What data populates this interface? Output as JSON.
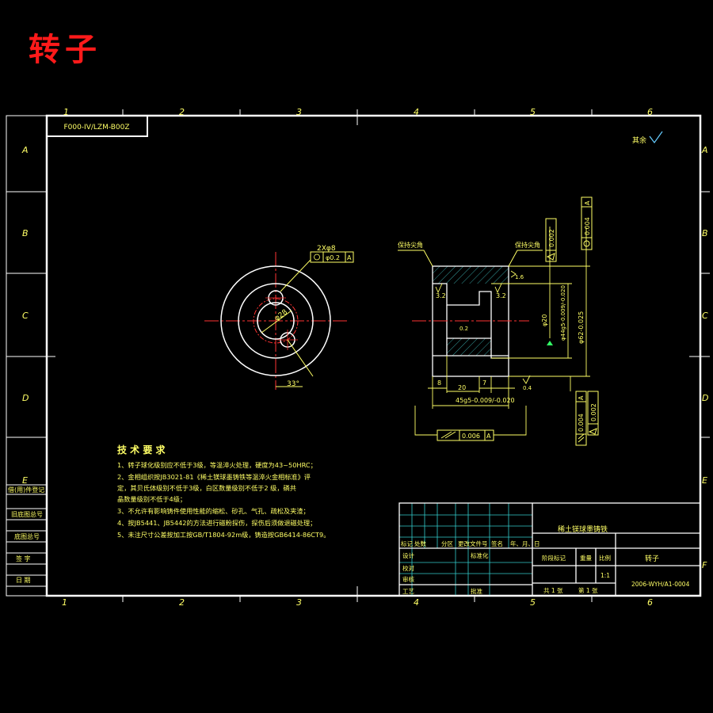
{
  "page_title": "转子",
  "drawing_code": "F000-IV/LZM-B00Z",
  "zone_cols": [
    "1",
    "2",
    "3",
    "4",
    "5",
    "6"
  ],
  "zone_rows": [
    "A",
    "B",
    "C",
    "D",
    "E",
    "F"
  ],
  "roughness_note": "其余",
  "front_view": {
    "holes_callout": "2Xφ8",
    "position_tol_value": "φ0.2",
    "position_tol_datum": "A",
    "diameter_label": "φ28",
    "angle_label": "33°"
  },
  "section_view": {
    "leader_left": "保持尖角",
    "leader_right": "保持尖角",
    "rough_top_left": "3.2",
    "rough_top_right": "3.2",
    "rough_right_top": "1.6",
    "rough_inner": "0.2",
    "rough_bottom_right": "0.4",
    "dim_phi20": "φ20",
    "dim_phi44": "φ44g5-0.009/-0.020",
    "dim_phi62": "φ62-0.025",
    "dim_8": "8",
    "dim_20": "20",
    "dim_7": "7",
    "dim_45": "45g5-0.009/-0.020",
    "flat_tol_value": "0.002",
    "cyl_tol_value": "0.004",
    "cyl_tol_datum": "A",
    "perp_tol_value": "0.004",
    "perp_tol_datum": "A",
    "flat2_tol_value": "0.002",
    "runout_tol_value": "0.006",
    "runout_tol_datum": "A"
  },
  "tech_requirements": {
    "title": "技 术 要 求",
    "items": [
      "1、转子球化级别应不低于3级，等温淬火处理，硬度为43~50HRC；",
      "2、金相组织按JB3021-81《稀土镁球墨铸铁等温淬火金相标准》评",
      "   定，其贝氏体级别不低于3级，白区数量级别不低于2 级，磷共",
      "   晶数量级别不低于4级；",
      "3、不允许有影响铸件使用性能的缩松、砂孔、气孔、疏松及夹渣；",
      "4、按JB5441、JB5442的方法进行磁粉探伤，探伤后须做退磁处理；",
      "5、未注尺寸公差按加工按GB/T1804-92m级，铸造按GB6414-86CT9。"
    ]
  },
  "left_strip": [
    "借(用)件登记",
    "旧底图总号",
    "底图总号",
    "签  字",
    "日  期"
  ],
  "title_block": {
    "material": "稀土镁球墨铸铁",
    "revision_headers": [
      "标记",
      "处数",
      "分区",
      "更改文件号",
      "签名",
      "年、月、日"
    ],
    "design": "设计",
    "standardization": "标准化",
    "check": "校对",
    "review": "审核",
    "process": "工艺",
    "approve": "批准",
    "stage_label": "阶段标记",
    "weight_label": "重量",
    "scale_label": "比例",
    "scale_value": "1:1",
    "sheets": "共 1 张",
    "sheet_no": "第 1 张",
    "part_name": "转子",
    "drawing_number": "2006-WYH/A1-0004"
  }
}
